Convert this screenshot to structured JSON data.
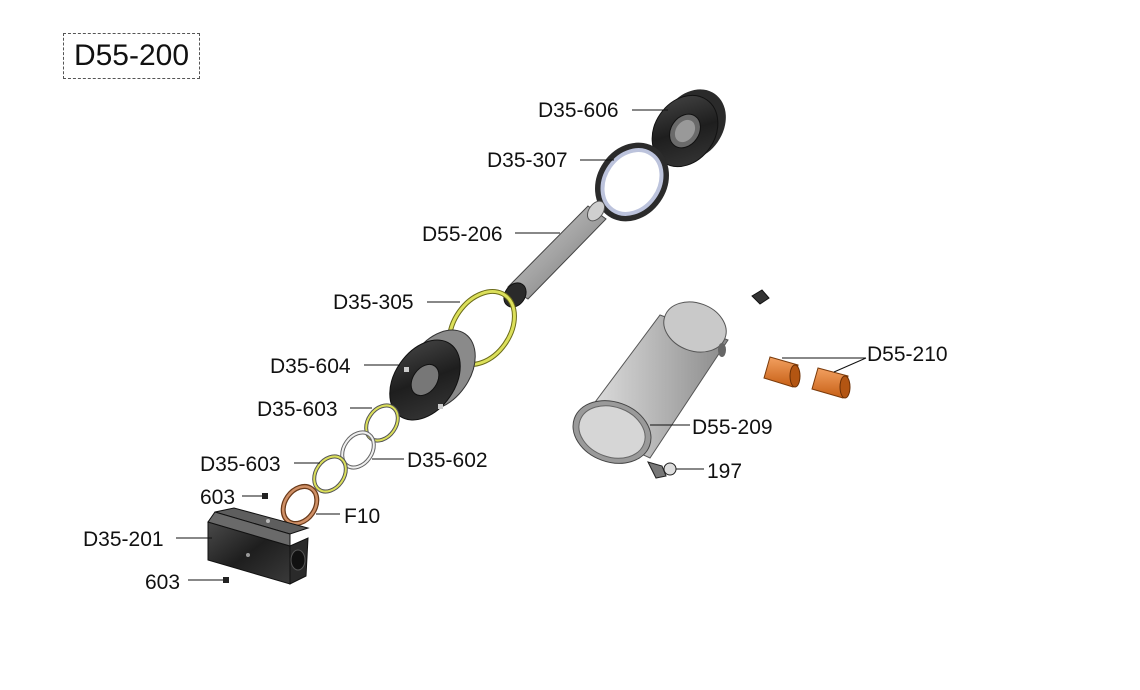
{
  "assembly": {
    "title": "D55-200"
  },
  "callouts": [
    {
      "id": "d35-606",
      "text": "D35-606"
    },
    {
      "id": "d35-307",
      "text": "D35-307"
    },
    {
      "id": "d55-206",
      "text": "D55-206"
    },
    {
      "id": "d35-305",
      "text": "D35-305"
    },
    {
      "id": "d35-604",
      "text": "D35-604"
    },
    {
      "id": "d35-603-a",
      "text": "D35-603"
    },
    {
      "id": "d35-602",
      "text": "D35-602"
    },
    {
      "id": "d35-603-b",
      "text": "D35-603"
    },
    {
      "id": "603-a",
      "text": "603"
    },
    {
      "id": "f10",
      "text": "F10"
    },
    {
      "id": "d35-201",
      "text": "D35-201"
    },
    {
      "id": "603-b",
      "text": "603"
    },
    {
      "id": "d55-210",
      "text": "D55-210"
    },
    {
      "id": "d55-209",
      "text": "D55-209"
    },
    {
      "id": "197",
      "text": "197"
    }
  ],
  "parts": [
    {
      "name": "gland-nut",
      "icon": "gland-nut-icon",
      "color": "#1c1c1c"
    },
    {
      "name": "wiper-seal",
      "icon": "wiper-seal-icon",
      "color": "#b9bfd6"
    },
    {
      "name": "piston-rod",
      "icon": "piston-rod-icon",
      "color": "#9a9a9a"
    },
    {
      "name": "o-ring-large",
      "icon": "o-ring-icon",
      "color": "#d9dd55"
    },
    {
      "name": "piston",
      "icon": "piston-icon",
      "color": "#3a3a3a"
    },
    {
      "name": "seal-ring",
      "icon": "seal-ring-icon",
      "color": "#d9dd55"
    },
    {
      "name": "backup-ring",
      "icon": "backup-ring-icon",
      "color": "#dddddd"
    },
    {
      "name": "bronze-ring",
      "icon": "bronze-ring-icon",
      "color": "#c8865a"
    },
    {
      "name": "base-block",
      "icon": "base-block-icon",
      "color": "#3a3a3a"
    },
    {
      "name": "cylinder-barrel",
      "icon": "cylinder-barrel-icon",
      "color": "#b5b5b5"
    },
    {
      "name": "bushing",
      "icon": "bushing-icon",
      "color": "#e07a2a"
    },
    {
      "name": "fitting",
      "icon": "fitting-icon",
      "color": "#888888"
    }
  ]
}
